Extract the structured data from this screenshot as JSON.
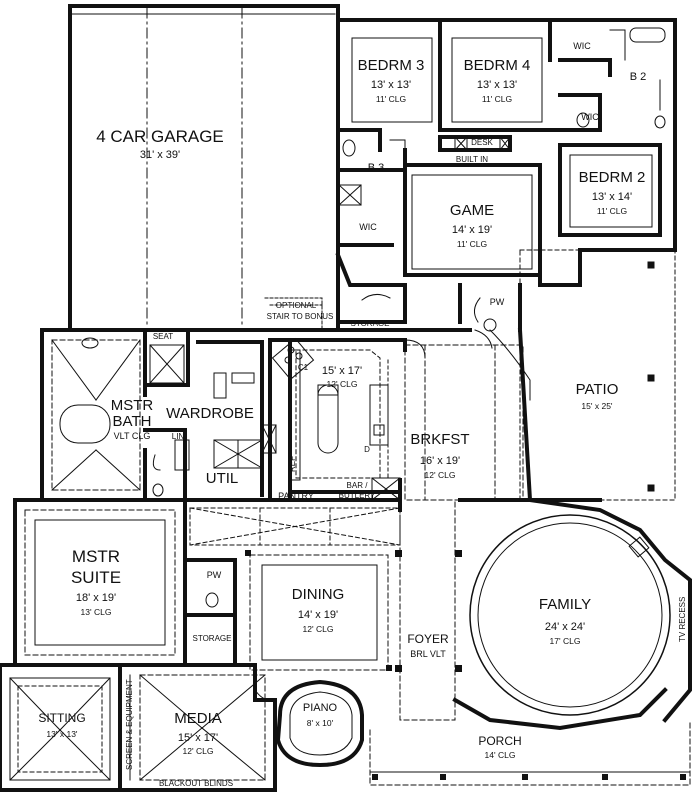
{
  "rooms": {
    "garage": {
      "name": "4 CAR GARAGE",
      "dims": "31' x 39'"
    },
    "bedrm3": {
      "name": "BEDRM 3",
      "dims": "13' x 13'",
      "clg": "11' CLG"
    },
    "bedrm4": {
      "name": "BEDRM 4",
      "dims": "13' x 13'",
      "clg": "11' CLG"
    },
    "bedrm2": {
      "name": "BEDRM 2",
      "dims": "13' x 14'",
      "clg": "11' CLG"
    },
    "game": {
      "name": "GAME",
      "dims": "14' x 19'",
      "clg": "11' CLG"
    },
    "kitchen": {
      "dims": "15' x 17'",
      "clg": "12' CLG"
    },
    "brkfst": {
      "name": "BRKFST",
      "dims": "16' x 19'",
      "clg": "12' CLG"
    },
    "patio": {
      "name": "PATIO",
      "dims": "15' x 25'"
    },
    "mstr_bath": {
      "name_line1": "MSTR",
      "name_line2": "BATH",
      "clg": "VLT CLG"
    },
    "wardrobe": {
      "name": "WARDROBE"
    },
    "util": {
      "name": "UTIL"
    },
    "mstr_suite": {
      "name_line1": "MSTR",
      "name_line2": "SUITE",
      "dims": "18' x 19'",
      "clg": "13' CLG"
    },
    "dining": {
      "name": "DINING",
      "dims": "14' x 19'",
      "clg": "12' CLG"
    },
    "family": {
      "name": "FAMILY",
      "dims": "24' x 24'",
      "clg": "17' CLG"
    },
    "foyer": {
      "name": "FOYER",
      "clg": "BRL VLT"
    },
    "sitting": {
      "name": "SITTING",
      "dims": "13' x 13'"
    },
    "media": {
      "name": "MEDIA",
      "dims": "15' x 17'",
      "clg": "12' CLG"
    },
    "piano": {
      "name": "PIANO",
      "dims": "8' x 10'"
    },
    "porch": {
      "name": "PORCH",
      "clg": "14' CLG"
    }
  },
  "labels": {
    "wic_top": "WIC",
    "wic_b2": "WIC",
    "wic_b3": "WIC",
    "b2": "B 2",
    "b3": "B 3",
    "desk": "DESK",
    "built_in": "BUILT IN",
    "pw_upper": "PW",
    "pw_lower": "PW",
    "optional_stair_1": "OPTIONAL",
    "optional_stair_2": "STAIR TO BONUS",
    "storage_upper": "STORAGE",
    "storage_lower": "STORAGE",
    "seat": "SEAT",
    "pantry": "PANTRY",
    "bar_butlery_1": "BAR /",
    "bar_butlery_2": "BUTLERY",
    "lin": "LIN",
    "ref": "REF",
    "c1": "C1",
    "d": "D",
    "screen_equipment": "SCREEN & EQUIPMENT",
    "blackout_blinds": "BLACKOUT BLINDS",
    "tv_recess": "TV RECESS"
  }
}
